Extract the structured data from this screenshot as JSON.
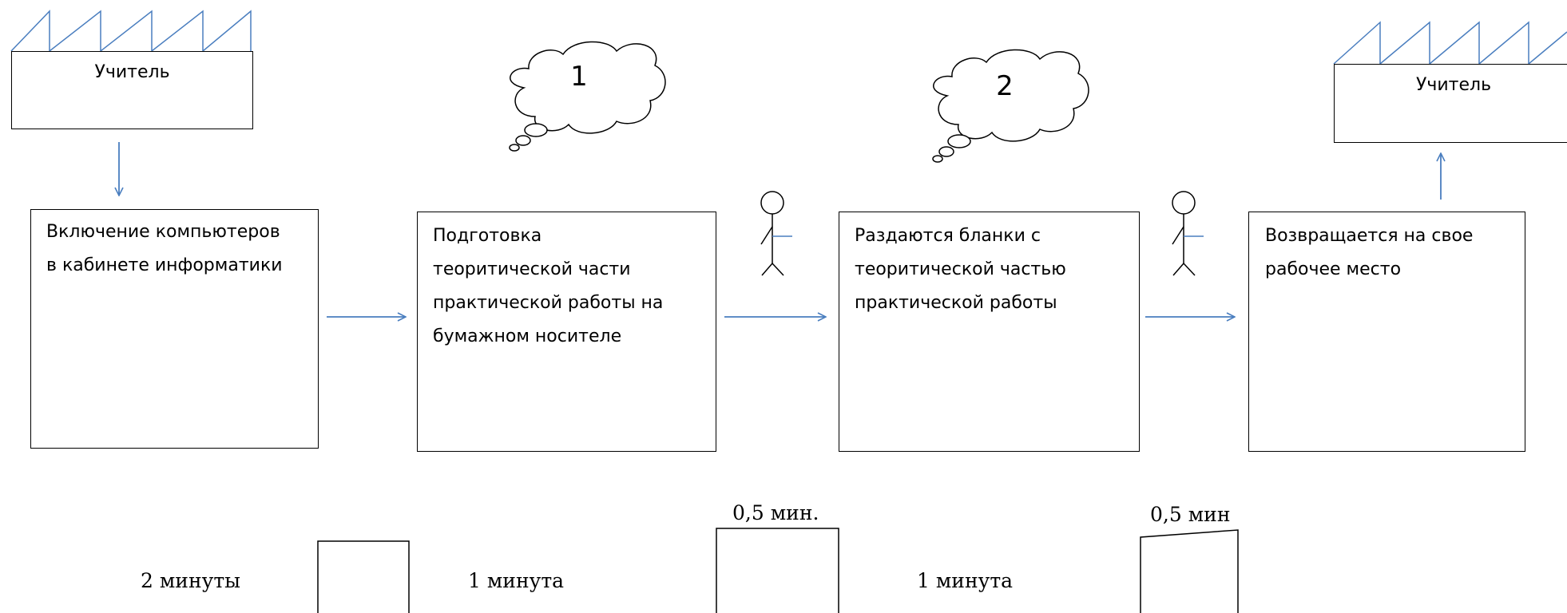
{
  "supplier_left": {
    "label": "Учитель"
  },
  "supplier_right": {
    "label": "Учитель"
  },
  "processes": [
    {
      "lines": [
        "Включение компьютеров",
        "в кабинете информатики"
      ]
    },
    {
      "lines": [
        "Подготовка",
        "теоритической части",
        "практической работы на",
        "бумажном носителе"
      ]
    },
    {
      "lines": [
        "Раздаются бланки с",
        "теоритической частью",
        "практической работы"
      ]
    },
    {
      "lines": [
        "Возвращается на свое",
        "рабочее место"
      ]
    }
  ],
  "clouds": [
    "1",
    "2"
  ],
  "timeline": {
    "process_times": [
      "2 минуты",
      "1 минута",
      "1 минута"
    ],
    "wait_times": [
      "0,5 мин.",
      "0,5 мин"
    ]
  },
  "colors": {
    "arrow": "#4a7ebf",
    "outline": "#000000"
  }
}
